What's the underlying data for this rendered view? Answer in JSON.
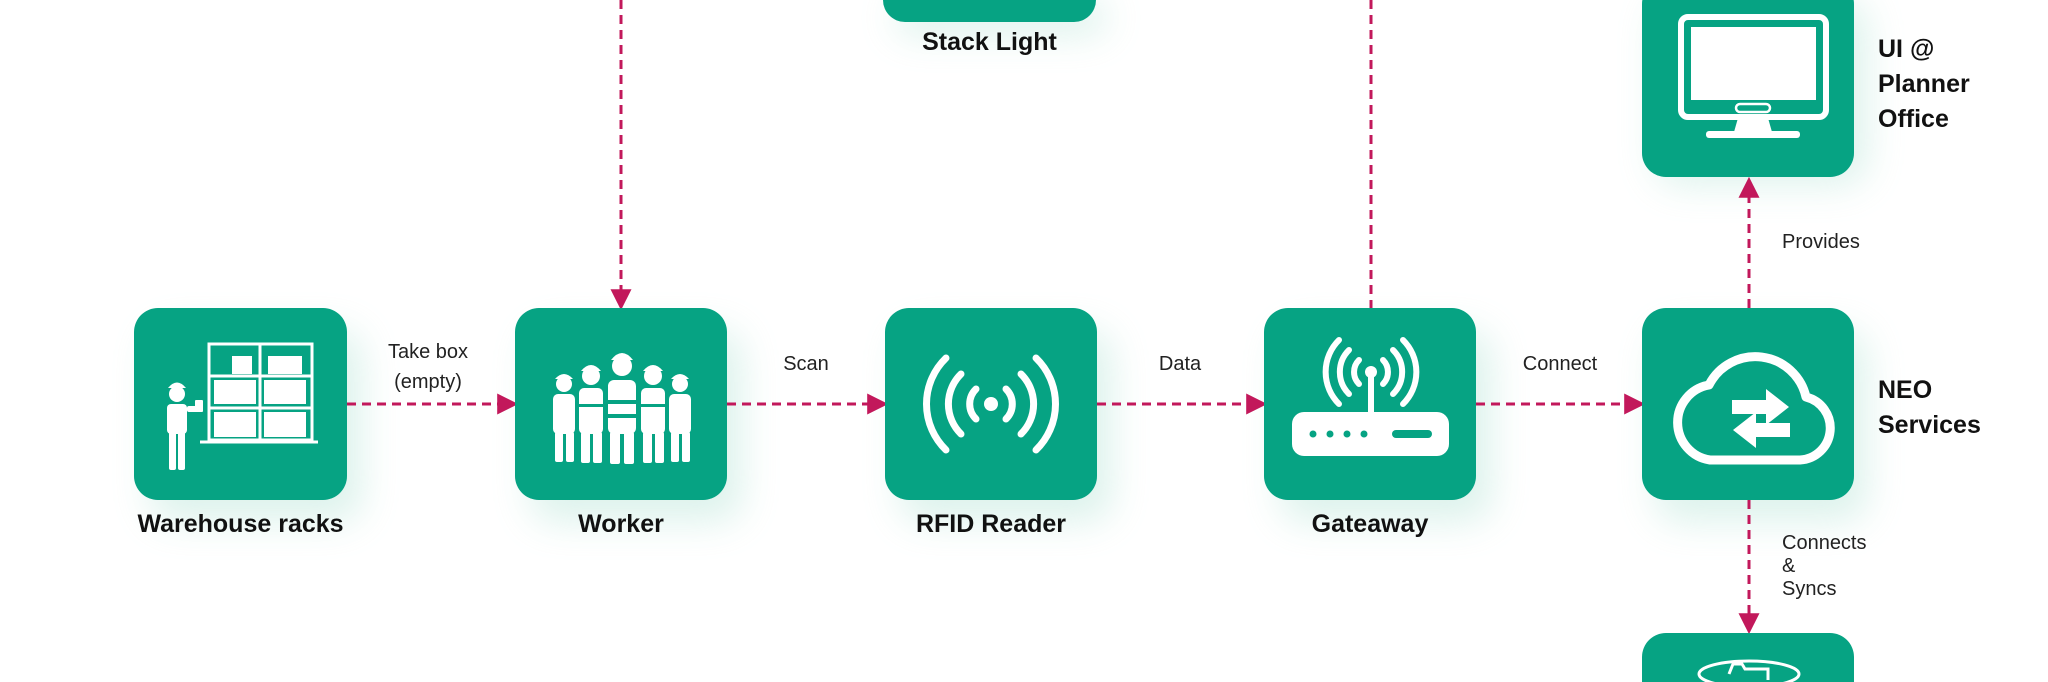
{
  "colors": {
    "tile": "#06A383",
    "connector": "#C2185B",
    "text": "#111111",
    "icon": "#ffffff"
  },
  "nodes": {
    "warehouse_racks": {
      "label": "Warehouse racks",
      "icon": "worker-with-shelving-icon"
    },
    "worker": {
      "label": "Worker",
      "icon": "worker-group-icon"
    },
    "rfid_reader": {
      "label": "RFID Reader",
      "icon": "rfid-waves-icon"
    },
    "gateway": {
      "label": "Gateaway",
      "icon": "router-icon"
    },
    "neo_services": {
      "label_lines": [
        "NEO",
        "Services"
      ],
      "icon": "cloud-sync-icon"
    },
    "stack_light": {
      "label": "Stack Light"
    },
    "ui_planner_office": {
      "label_lines": [
        "UI @",
        "Planner",
        "Office"
      ],
      "icon": "monitor-icon"
    },
    "bottom_node": {
      "icon": "database-icon"
    }
  },
  "edges": {
    "take_box": [
      "Take box",
      "(empty)"
    ],
    "scan": "Scan",
    "data": "Data",
    "connect": "Connect",
    "provides": "Provides",
    "connects_syncs": [
      "Connects",
      "&",
      "Syncs"
    ]
  }
}
